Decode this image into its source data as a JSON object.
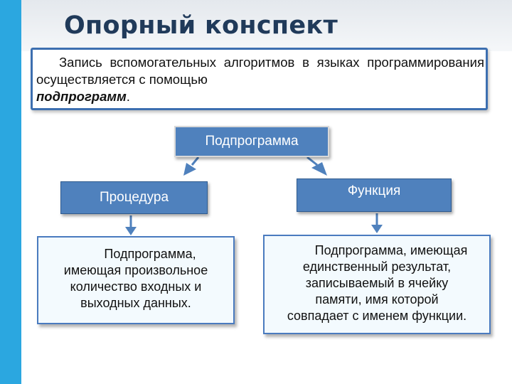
{
  "title": "Опорный конспект",
  "summary": {
    "line1_words": [
      "Запись",
      "вспомогательных",
      "алгоритмов",
      "в",
      "языках"
    ],
    "line2_words": [
      "программирования",
      "осуществляется",
      "с",
      "помощью"
    ],
    "line3_emphasis": "подпрограмм",
    "line3_tail": "."
  },
  "diagram": {
    "root": "Подпрограмма",
    "branches": [
      {
        "label": "Процедура",
        "definition_lines": [
          "Подпрограмма,",
          "имеющая произвольное",
          "количество входных и",
          "выходных данных."
        ]
      },
      {
        "label": "Функция",
        "definition_lines": [
          "Подпрограмма, имеющая",
          "единственный результат,",
          "записываемый в ячейку",
          "памяти, имя которой",
          "совпадает с именем функции."
        ]
      }
    ]
  },
  "colors": {
    "accent_stripe": "#2ba7e0",
    "title": "#203a5a",
    "node_fill": "#4f81bd",
    "box_border": "#3d6fb0",
    "definition_fill": "#f3fafe",
    "arrow": "#4f81bd"
  }
}
